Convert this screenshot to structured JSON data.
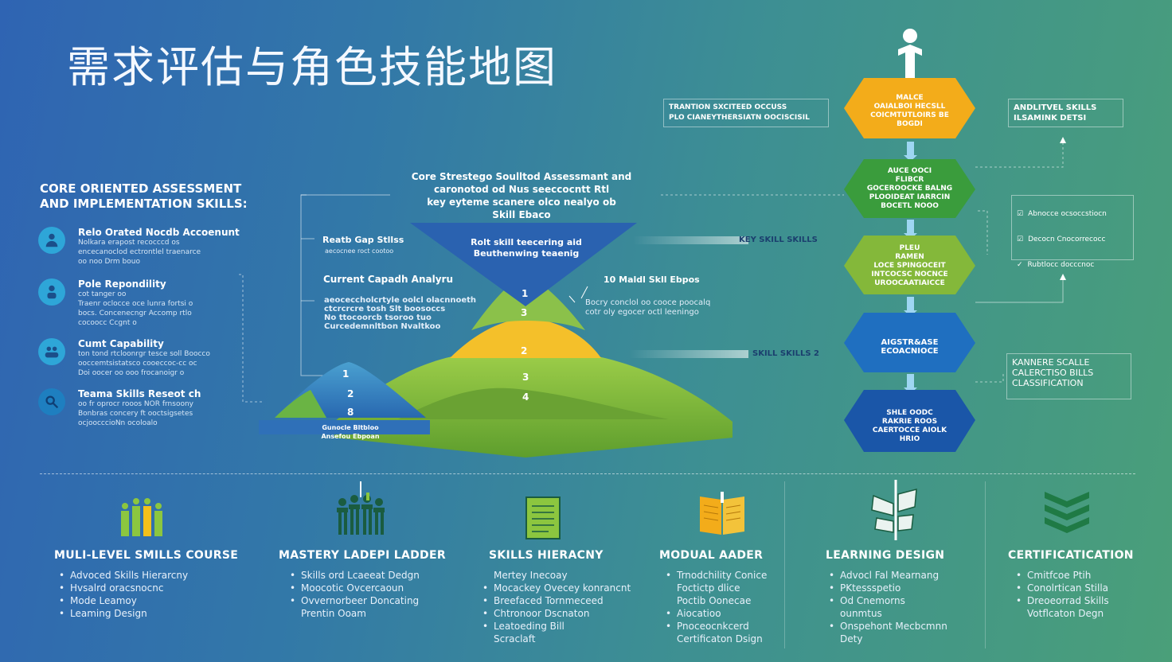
{
  "title": "需求评估与角色技能地图",
  "left": {
    "heading": "CORE ORIENTED ASSESSMENT\nAND IMPLEMENTATION SKILLS:",
    "items": [
      {
        "title": "Relo Orated Nocdb Accoenunt",
        "desc": "Nolkara erapost recocccd os\nencecanoclod ectrontlel traenarce\noo noo Drm bouo",
        "icon": "people-group-icon"
      },
      {
        "title": "Pole Repondility",
        "desc": "cot tanger oo\nTraenr oclocce oce lunra fortsi o\nbocs. Concenecngr Accomp rtlo\ncocoocc Ccgnt o",
        "icon": "person-icon"
      },
      {
        "title": "Cumt Capability",
        "desc": "ton tond rtcloonrgr tesce soll Boocco\nooccemtsistatsco cooeccoc-cc oc\nDoi oocer oo ooo frocanoigr o",
        "icon": "team-icon"
      },
      {
        "title": "Teama Skills Reseot ch",
        "desc": "oo fr oprocr rooos NOR frnsoony\nBonbras concery ft ooctsigsetes\nocjoocccioNn ocoloalo",
        "icon": "research-icon"
      }
    ]
  },
  "center": {
    "heading": "Core Strestego Soulltod Assessmant and\ncaronotod od Nus seeccocntt Rtl\nkey eyteme scanere olco nealyo ob\nSkill Ebaco",
    "inverted_triangle": "Rolt skill teecering aid\nBeuthenwing teaenig",
    "gap_label": "Reatb Gap Stllss",
    "gap_sub": "aecocnee roct cootoo",
    "current_label": "Current Capadh Analyru",
    "current_sub": "aeoceccholcrtyle oolcl olacnnoeth\nctcrcrcre tosh Slt boosoccs\nNo ttocoorcb tsoroo tuo\nCurcedemnltbon Nvaltkoo",
    "skill_gap_label": "10 Maldl Skll Ebpos",
    "skill_gap_sub": "Bocry conclol oo cooce poocalq\ncotr oly egocer octl leeningo",
    "left_pyramid": [
      "1",
      "2",
      "8"
    ],
    "left_pyramid_caption": "Gunocle Bltbloo\nAnsefou Ebpoan",
    "right_mountain": [
      "1",
      "3",
      "2",
      "3",
      "4"
    ],
    "arrow1_label": "KEY SKILL SKILLS",
    "arrow2_label": "SKILL SKILLS 2"
  },
  "flow": {
    "top_box": "TRANTION SXCITEED OCCUSS\nPLO CIANEYTHERSIATN OOCISCISIL",
    "right_box_top": "ANDLITVEL SKILLS\nILSAMINK DETSI",
    "right_box_mid": [
      "Abnocce ocsoccstiocn",
      "Decocn Cnocorrecocc",
      "Rubtlocc docccnoc"
    ],
    "right_box_bottom": "KANNERE SCALLE\nCALERCTISO BILLS\nCLASSIFICATION",
    "hexes": [
      {
        "text": "MALCE\nOAIALBOI HECSLL\nCOICMTUTLOIRS BE\nBOGDI",
        "color": "#f3ac1a"
      },
      {
        "text": "AUCE OOCI\nFLIBCR\nGOCEROOCKE BALNG\nPLOOIDEAT IARRCIN\nBOCETL NOOO",
        "color": "#3a9c3c"
      },
      {
        "text": "PLEU\nRAMEN\nLOCE SPINGOCEIT\nINTCOCSC NOCNCE\nUROOCAATIAICCE",
        "color": "#84b83a"
      },
      {
        "text": "AIGSTR&ASE\nECOACNIOCE",
        "color": "#1f6fc0"
      },
      {
        "text": "SHLE OODC\nRAKRIE ROOS\nCAERTOCCE AIOLK\nHRIO",
        "color": "#1a56a8"
      }
    ]
  },
  "bottom": [
    {
      "title": "MULI-LEVEL SMILLS COURSE",
      "icon": "people-columns-icon",
      "items": [
        {
          "t": "Advoced Skills Hierarcny",
          "b": true
        },
        {
          "t": "Hvsalrd oracsnocnc",
          "b": true
        },
        {
          "t": "Mode Leamoy",
          "b": true
        },
        {
          "t": "Leaming Design",
          "b": true
        }
      ]
    },
    {
      "title": "MASTERY LADEPI LADDER",
      "icon": "team-ladder-icon",
      "items": [
        {
          "t": "Skills ord Lcaeeat Dedgn",
          "b": true
        },
        {
          "t": "Moocotic Ovcercaoun",
          "b": true
        },
        {
          "t": "Ovvernorbeer Doncating",
          "b": true
        },
        {
          "t": "Prentin Ooam",
          "b": false
        }
      ]
    },
    {
      "title": "SKILLS HIERACNY",
      "icon": "document-icon",
      "items": [
        {
          "t": "Mertey Inecoay",
          "b": false
        },
        {
          "t": "Mocackey Ovecey konrancnt",
          "b": true
        },
        {
          "t": "Breefaced Tornmeceed",
          "b": true
        },
        {
          "t": "Chtronoor Dscnaton",
          "b": true
        },
        {
          "t": "Leatoeding Bill",
          "b": true
        },
        {
          "t": "Scraclaft",
          "b": false
        }
      ]
    },
    {
      "title": "MODUAL AADER",
      "icon": "book-icon",
      "items": [
        {
          "t": "Trnodchility Conice",
          "b": true
        },
        {
          "t": "Foctictp dlice",
          "b": false
        },
        {
          "t": "Poctib Oonecae",
          "b": false
        },
        {
          "t": "Aiocatioo",
          "b": true
        },
        {
          "t": "Pnoceocnkcerd",
          "b": true
        },
        {
          "t": "Certificaton Dsign",
          "b": false
        }
      ]
    },
    {
      "title": "LEARNING DESIGN",
      "icon": "tree-icon",
      "items": [
        {
          "t": "Advocl Fal Mearnang",
          "b": true
        },
        {
          "t": "PKtessspetio",
          "b": true
        },
        {
          "t": "Od Cnemorns",
          "b": true
        },
        {
          "t": "ounmtus",
          "b": false
        },
        {
          "t": "Onspehont Mecbcmnn",
          "b": true
        },
        {
          "t": "Dety",
          "b": false
        }
      ]
    },
    {
      "title": "CERTIFICATICATION",
      "icon": "stack-icon",
      "items": [
        {
          "t": "Cmitfcoe Ptih",
          "b": true
        },
        {
          "t": "Conolrtican Stilla",
          "b": true
        },
        {
          "t": "Dreoeorrad Skills",
          "b": true
        },
        {
          "t": "Votflcaton Degn",
          "b": false
        }
      ]
    }
  ]
}
